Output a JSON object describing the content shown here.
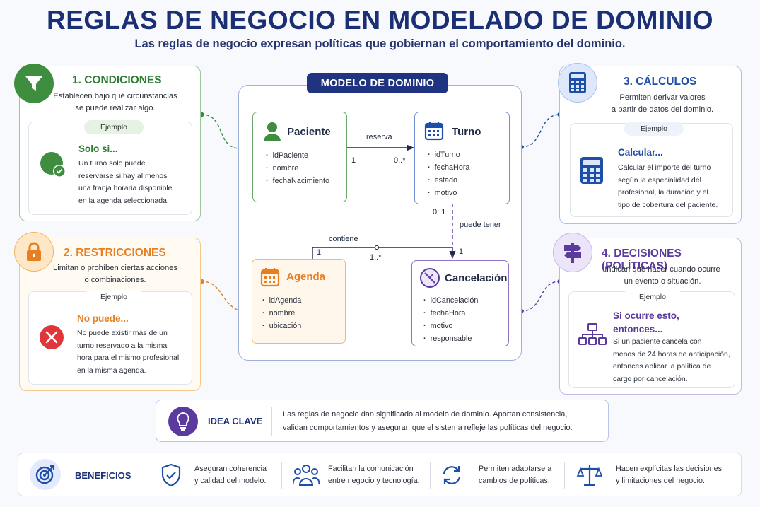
{
  "header": {
    "title": "REGLAS DE NEGOCIO EN MODELADO DE DOMINIO",
    "subtitle": "Las reglas de negocio expresan políticas que gobiernan el comportamiento del dominio."
  },
  "colors": {
    "navy": "#1b2f75",
    "green": "#2e7d32",
    "orange": "#e67e22",
    "blue": "#1e4fa8",
    "purple": "#5a3a9c"
  },
  "rules": {
    "conditions": {
      "icon": "funnel-icon",
      "title": "1. CONDICIONES",
      "desc_line1": "Establecen bajo qué circunstancias",
      "desc_line2": "se puede realizar algo.",
      "example_label": "Ejemplo",
      "example_icon": "check-circle-icon",
      "example_head": "Solo si...",
      "example_lines": [
        "Un turno solo puede",
        "reservarse si hay al menos",
        "una franja horaria disponible",
        "en la agenda seleccionada."
      ]
    },
    "restrictions": {
      "icon": "lock-icon",
      "title": "2. RESTRICCIONES",
      "desc_line1": "Limitan o prohíben ciertas acciones",
      "desc_line2": "o combinaciones.",
      "example_label": "Ejemplo",
      "example_icon": "x-circle-icon",
      "example_head": "No puede...",
      "example_lines": [
        "No puede existir más de un",
        "turno reservado a la misma",
        "hora para el mismo profesional",
        "en la misma agenda."
      ]
    },
    "calculations": {
      "icon": "calculator-icon",
      "title": "3. CÁLCULOS",
      "desc_line1": "Permiten derivar valores",
      "desc_line2": "a partir de datos del dominio.",
      "example_label": "Ejemplo",
      "example_icon": "calculator-icon",
      "example_head": "Calcular...",
      "example_lines": [
        "Calcular el importe del turno",
        "según la especialidad del",
        "profesional, la duración y el",
        "tipo de cobertura del paciente."
      ]
    },
    "decisions": {
      "icon": "signpost-icon",
      "title": "4. DECISIONES (POLÍTICAS)",
      "desc_line1": "Indican qué hacer cuando ocurre",
      "desc_line2": "un evento o situación.",
      "example_label": "Ejemplo",
      "example_icon": "hierarchy-icon",
      "example_head_line1": "Si ocurre esto,",
      "example_head_line2": "entonces...",
      "example_lines": [
        "Si un paciente cancela con",
        "menos de 24 horas de anticipación,",
        "entonces aplicar la política de",
        "cargo por cancelación."
      ]
    }
  },
  "domain": {
    "label": "MODELO DE DOMINIO",
    "entities": {
      "paciente": {
        "icon": "user-icon",
        "title": "Paciente",
        "attrs": [
          "idPaciente",
          "nombre",
          "fechaNacimiento"
        ]
      },
      "turno": {
        "icon": "calendar-icon",
        "title": "Turno",
        "attrs": [
          "idTurno",
          "fechaHora",
          "estado",
          "motivo"
        ]
      },
      "agenda": {
        "icon": "calendar-icon",
        "title": "Agenda",
        "attrs": [
          "idAgenda",
          "nombre",
          "ubicación"
        ]
      },
      "cancelacion": {
        "icon": "cancel-clock-icon",
        "title": "Cancelación",
        "attrs": [
          "idCancelación",
          "fechaHora",
          "motivo",
          "responsable"
        ]
      }
    },
    "associations": {
      "reserva": {
        "label": "reserva",
        "from_mult": "1",
        "to_mult": "0..*"
      },
      "contiene": {
        "label": "contiene",
        "from_mult": "1",
        "to_mult": "1..*"
      },
      "puede_tener": {
        "label": "puede tener",
        "from_mult": "0..1",
        "to_mult": "1"
      }
    }
  },
  "idea": {
    "icon": "lightbulb-icon",
    "label": "IDEA CLAVE",
    "line1": "Las reglas de negocio dan significado al modelo de dominio. Aportan consistencia,",
    "line2": "validan comportamientos y aseguran que el sistema refleje las políticas del negocio."
  },
  "benefits": {
    "icon": "target-icon",
    "label": "BENEFICIOS",
    "items": [
      {
        "icon": "shield-check-icon",
        "line1": "Aseguran coherencia",
        "line2": "y calidad del modelo."
      },
      {
        "icon": "people-icon",
        "line1": "Facilitan la comunicación",
        "line2": "entre negocio y tecnología."
      },
      {
        "icon": "refresh-icon",
        "line1": "Permiten adaptarse a",
        "line2": "cambios de políticas."
      },
      {
        "icon": "scales-icon",
        "line1": "Hacen explícitas las decisiones",
        "line2": "y limitaciones del negocio."
      }
    ]
  }
}
